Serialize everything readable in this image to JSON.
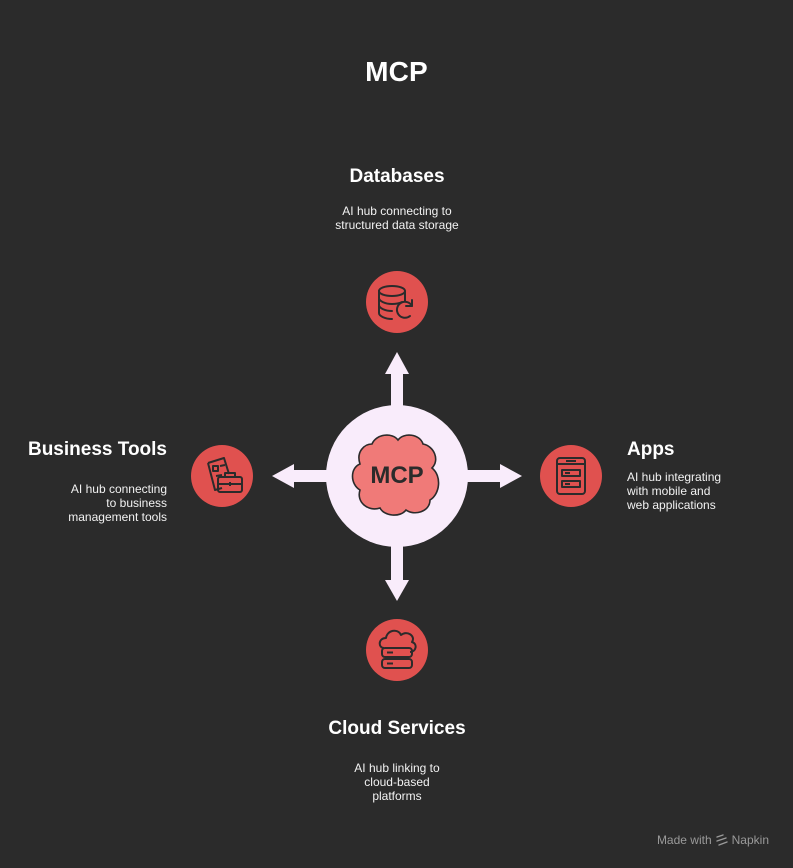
{
  "title": "MCP",
  "hub": {
    "label": "MCP"
  },
  "nodes": {
    "databases": {
      "heading": "Databases",
      "desc": [
        "AI hub connecting to",
        "structured data storage"
      ]
    },
    "apps": {
      "heading": "Apps",
      "desc": [
        "AI hub integrating",
        "with mobile and",
        "web applications"
      ]
    },
    "business_tools": {
      "heading": "Business Tools",
      "desc": [
        "AI hub connecting",
        "to business",
        "management tools"
      ]
    },
    "cloud_services": {
      "heading": "Cloud Services",
      "desc": [
        "AI hub linking to",
        "cloud-based",
        "platforms"
      ]
    }
  },
  "footer": {
    "text": "Made with",
    "brand": "Napkin"
  },
  "colors": {
    "background": "#2b2b2b",
    "hub_circle": "#f9ecfb",
    "hub_cloud": "#f07a78",
    "node_circle": "#e0514f",
    "arrow": "#f9ecfb",
    "icon_stroke": "#2b2b2b"
  },
  "icons": {
    "databases": "database-sync-icon",
    "apps": "server-rack-icon",
    "business_tools": "briefcase-documents-icon",
    "cloud_services": "cloud-server-icon"
  }
}
